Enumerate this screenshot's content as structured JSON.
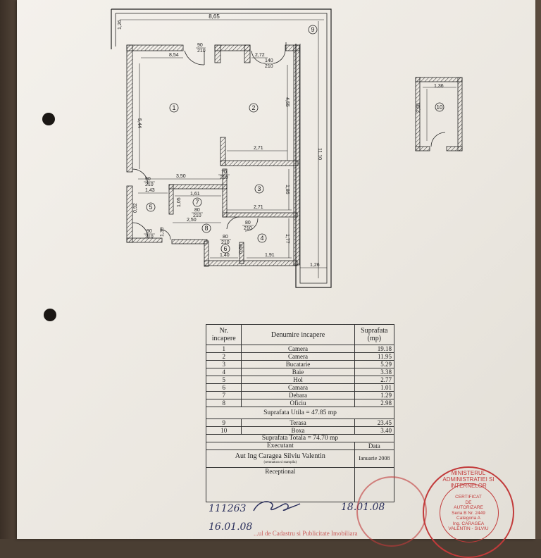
{
  "plan": {
    "dimensions": {
      "top_total": "8,65",
      "left_terrace": "1,26",
      "right_total": "11,10",
      "bottom_right": "1,26",
      "d_854": "8,54",
      "d_272": "2,72",
      "d_544": "5,44",
      "d_455": "4,55",
      "d_271a": "2,71",
      "d_350": "3,50",
      "d_143": "1,43",
      "d_161": "1,61",
      "d_250": "2,50",
      "d_105": "1,05",
      "d_271b": "2,71",
      "d_186": "1,86",
      "d_177": "1,77",
      "d_191": "1,91",
      "d_140": "1,40",
      "d_092": "0,92",
      "d_139": "1,39",
      "d_224": "2,24",
      "d_069": "0,69",
      "d_186b": "1,86",
      "box_136": "1,36",
      "box_258": "2,58"
    },
    "doors": {
      "d1": [
        "90",
        "210"
      ],
      "d2": [
        "140",
        "210"
      ],
      "d3": [
        "70",
        "210"
      ],
      "d4": [
        "90",
        "210"
      ],
      "d5": [
        "80",
        "210"
      ],
      "d6": [
        "80",
        "210"
      ],
      "d7": [
        "80",
        "210"
      ],
      "d8": [
        "90",
        "210"
      ]
    },
    "room_numbers": [
      "1",
      "2",
      "3",
      "4",
      "5",
      "6",
      "7",
      "8",
      "9",
      "10"
    ]
  },
  "table": {
    "header": {
      "nr": "Nr. incapere",
      "name": "Denumire incapere",
      "area": "Suprafata (mp)"
    },
    "rows": [
      {
        "nr": "1",
        "name": "Camera",
        "area": "19.18"
      },
      {
        "nr": "2",
        "name": "Camera",
        "area": "11.95"
      },
      {
        "nr": "3",
        "name": "Bucatarie",
        "area": "5.29"
      },
      {
        "nr": "4",
        "name": "Baie",
        "area": "3.38"
      },
      {
        "nr": "5",
        "name": "Hol",
        "area": "2.77"
      },
      {
        "nr": "6",
        "name": "Camara",
        "area": "1.01"
      },
      {
        "nr": "7",
        "name": "Debara",
        "area": "1.29"
      },
      {
        "nr": "8",
        "name": "Oficiu",
        "area": "2.98"
      }
    ],
    "suprafata_utila": "Suprafata Utila = 47.85 mp",
    "extra_rows": [
      {
        "nr": "9",
        "name": "Terasa",
        "area": "23.45"
      },
      {
        "nr": "10",
        "name": "Boxa",
        "area": "3.40"
      }
    ],
    "suprafata_totala": "Suprafata Totala = 74.70 mp",
    "executant_label": "Executant",
    "data_label": "Data",
    "executant_name": "Aut Ing Caragea Silviu Valentin",
    "executant_sub": "(semnatura si stampila)",
    "date_value": "Ianuarie 2008",
    "receptional_label": "Receptional"
  },
  "handwriting": {
    "number": "111263",
    "date_bottom": "16.01.08",
    "date_right": "18.01.08"
  },
  "stamps": {
    "round_text_top": "MINISTERUL ADMINISTRATIEI SI INTERNELOR",
    "cert_lines": [
      "CERTIFICAT",
      "DE",
      "AUTORIZARE",
      "Seria B Nr. 2449",
      "Categoria A",
      "Ing. CARAGEA",
      "VALENTIN - SILVIU"
    ],
    "bottom_text": "...ul de Cadastru si Publicitate Imobiliara"
  },
  "colors": {
    "ink": "#222222",
    "stamp_red": "#c23a3a",
    "pen_blue": "#2a2f5c"
  }
}
